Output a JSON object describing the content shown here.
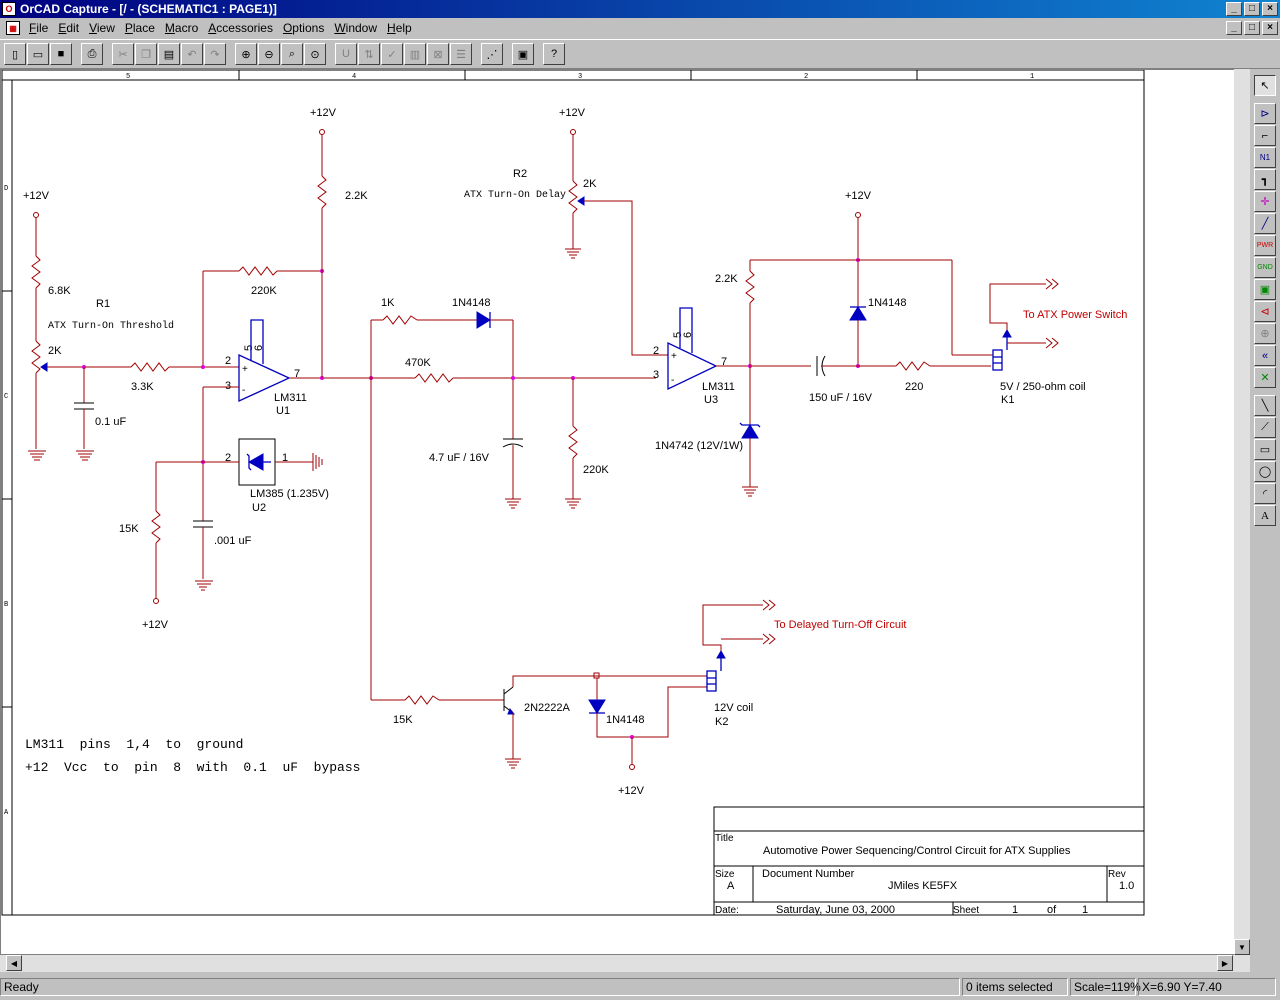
{
  "window": {
    "title": "OrCAD Capture - [/ - (SCHEMATIC1 : PAGE1)]"
  },
  "window_buttons": [
    "_",
    "□",
    "×"
  ],
  "menu": [
    "File",
    "Edit",
    "View",
    "Place",
    "Macro",
    "Accessories",
    "Options",
    "Window",
    "Help"
  ],
  "border": {
    "top_cols": [
      "5",
      "4",
      "3",
      "2",
      "1"
    ],
    "left_rows": [
      "D",
      "C",
      "B",
      "A"
    ]
  },
  "schematic": {
    "supplies": {
      "v1": "+12V",
      "v2": "+12V",
      "v3": "+12V",
      "v4": "+12V",
      "v5": "+12V",
      "v6": "+12V"
    },
    "r1": {
      "value": "6.8K",
      "pot_value": "2K",
      "ref": "R1",
      "desc": "ATX Turn-On Threshold"
    },
    "r2": {
      "ref": "R2",
      "desc": "ATX Turn-On Delay",
      "value": "2K"
    },
    "res": {
      "r22k_a": "2.2K",
      "r220k_a": "220K",
      "r33k": "3.3K",
      "r1k": "1K",
      "r470k": "470K",
      "r15k_a": "15K",
      "r220k_b": "220K",
      "r22k_b": "2.2K",
      "r220": "220",
      "r15k_b": "15K"
    },
    "caps": {
      "c1": "0.1 uF",
      "c2": ".001 uF",
      "c3": "4.7 uF / 16V",
      "c4": "150 uF / 16V"
    },
    "u1": {
      "part": "LM311",
      "ref": "U1",
      "pin_in_p": "2",
      "pin_in_n": "3",
      "pin_out": "7",
      "pin_5": "5",
      "pin_6": "6"
    },
    "u2": {
      "part": "LM385 (1.235V)",
      "ref": "U2",
      "pin_a": "2",
      "pin_b": "1"
    },
    "u3": {
      "part": "LM311",
      "ref": "U3",
      "pin_in_p": "2",
      "pin_in_n": "3",
      "pin_out": "7",
      "pin_5": "5",
      "pin_6": "6"
    },
    "diodes": {
      "d1": "1N4148",
      "d2": "1N4148",
      "d3": "1N4742 (12V/1W)",
      "d4": "1N4148"
    },
    "q1": {
      "part": "2N2222A"
    },
    "k1": {
      "desc": "5V / 250-ohm coil",
      "ref": "K1",
      "port": "To ATX Power Switch"
    },
    "k2": {
      "desc": "12V coil",
      "ref": "K2",
      "port": "To Delayed Turn-Off Circuit"
    },
    "notes": [
      "LM311  pins  1,4  to  ground",
      "+12  Vcc  to  pin  8  with  0.1  uF  bypass"
    ]
  },
  "title_block": {
    "title_label": "Title",
    "title": "Automotive Power Sequencing/Control Circuit for ATX Supplies",
    "size_label": "Size",
    "size": "A",
    "docnum_label": "Document Number",
    "docnum": "JMiles KE5FX",
    "rev_label": "Rev",
    "rev": "1.0",
    "date_label": "Date:",
    "date": "Saturday, June 03, 2000",
    "sheet_label": "Sheet",
    "sheet": "1",
    "of_label": "of",
    "of": "1"
  },
  "status": {
    "ready": "Ready",
    "selected": "0 items selected",
    "scale": "Scale=119%",
    "coords": "X=6.90  Y=7.40"
  },
  "colors": {
    "wire": "#a00000",
    "part": "#0000c0",
    "junction": "#e000e0",
    "port_text": "#c00000"
  }
}
